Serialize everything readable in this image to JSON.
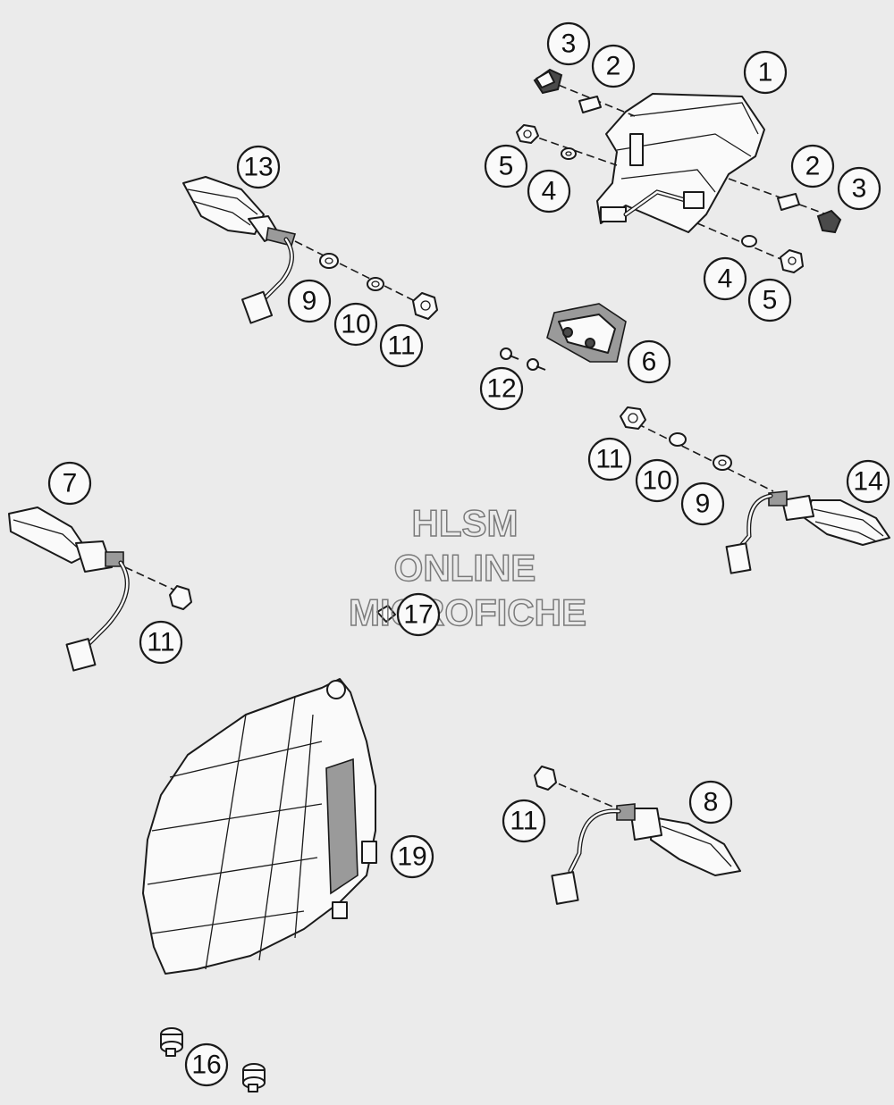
{
  "watermark": {
    "line1": "HLSM",
    "line2": "ONLINE",
    "line3": "MICROFICHE"
  },
  "callouts": [
    {
      "id": "c1",
      "label": "1"
    },
    {
      "id": "c2a",
      "label": "2"
    },
    {
      "id": "c3a",
      "label": "3"
    },
    {
      "id": "c2b",
      "label": "2"
    },
    {
      "id": "c3b",
      "label": "3"
    },
    {
      "id": "c5a",
      "label": "5"
    },
    {
      "id": "c4a",
      "label": "4"
    },
    {
      "id": "c4b",
      "label": "4"
    },
    {
      "id": "c5b",
      "label": "5"
    },
    {
      "id": "c6",
      "label": "6"
    },
    {
      "id": "c12",
      "label": "12"
    },
    {
      "id": "c13",
      "label": "13"
    },
    {
      "id": "c9a",
      "label": "9"
    },
    {
      "id": "c10a",
      "label": "10"
    },
    {
      "id": "c11a",
      "label": "11"
    },
    {
      "id": "c11b",
      "label": "11"
    },
    {
      "id": "c10b",
      "label": "10"
    },
    {
      "id": "c9b",
      "label": "9"
    },
    {
      "id": "c14",
      "label": "14"
    },
    {
      "id": "c7",
      "label": "7"
    },
    {
      "id": "c11c",
      "label": "11"
    },
    {
      "id": "c17",
      "label": "17"
    },
    {
      "id": "c8",
      "label": "8"
    },
    {
      "id": "c11d",
      "label": "11"
    },
    {
      "id": "c19",
      "label": "19"
    },
    {
      "id": "c16",
      "label": "16"
    }
  ]
}
